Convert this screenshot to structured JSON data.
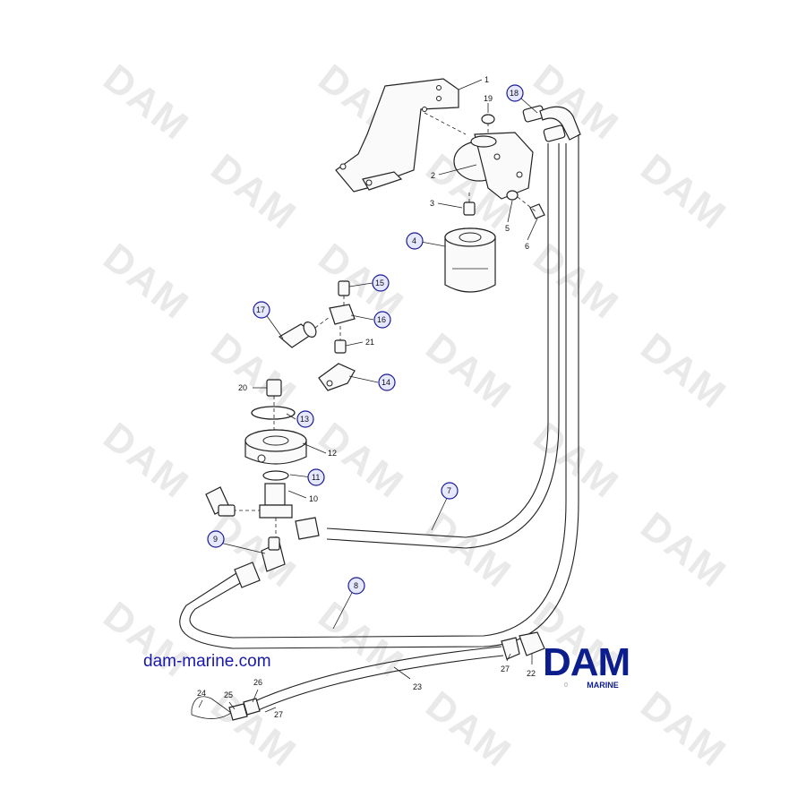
{
  "site_url": "dam-marine.com",
  "logo": {
    "text": "DAM",
    "subtext": "MARINE",
    "color": "#0c1d8c"
  },
  "watermark_text": "DAM",
  "drawing_code": "0",
  "colors": {
    "circle_fill": "#e6e8ff",
    "circle_stroke": "#1a1a9a",
    "line": "#222222"
  },
  "callouts": [
    {
      "num": "1",
      "circled": false
    },
    {
      "num": "2",
      "circled": false
    },
    {
      "num": "3",
      "circled": false
    },
    {
      "num": "4",
      "circled": true
    },
    {
      "num": "5",
      "circled": false
    },
    {
      "num": "6",
      "circled": false
    },
    {
      "num": "7",
      "circled": true
    },
    {
      "num": "8",
      "circled": true
    },
    {
      "num": "9",
      "circled": true
    },
    {
      "num": "10",
      "circled": false
    },
    {
      "num": "11",
      "circled": true
    },
    {
      "num": "12",
      "circled": false
    },
    {
      "num": "13",
      "circled": true
    },
    {
      "num": "14",
      "circled": true
    },
    {
      "num": "15",
      "circled": true
    },
    {
      "num": "16",
      "circled": true
    },
    {
      "num": "17",
      "circled": true
    },
    {
      "num": "18",
      "circled": true
    },
    {
      "num": "19",
      "circled": false
    },
    {
      "num": "20",
      "circled": false
    },
    {
      "num": "21",
      "circled": false
    },
    {
      "num": "22",
      "circled": false
    },
    {
      "num": "23",
      "circled": false
    },
    {
      "num": "24",
      "circled": false
    },
    {
      "num": "25",
      "circled": false
    },
    {
      "num": "26",
      "circled": false
    },
    {
      "num": "27",
      "circled": false
    },
    {
      "num": "27",
      "circled": false
    }
  ]
}
